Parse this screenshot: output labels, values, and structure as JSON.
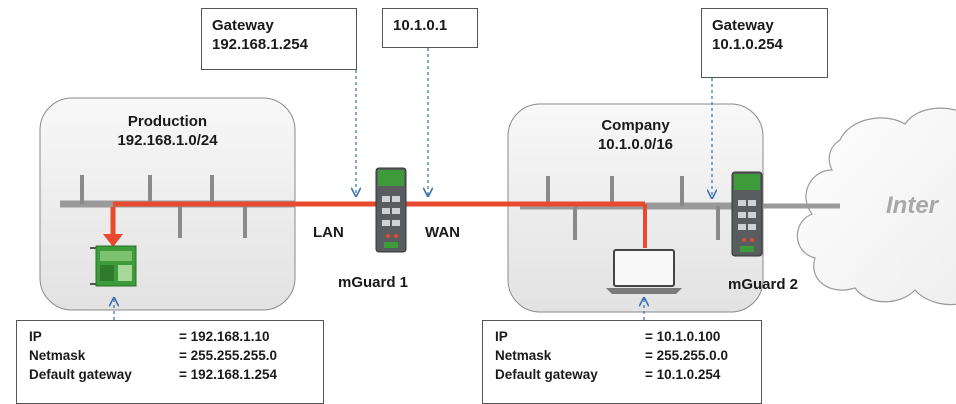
{
  "callouts": {
    "lan_gateway": {
      "line1": "Gateway",
      "line2": "192.168.1.254"
    },
    "wan_ip": {
      "line1": "10.1.0.1"
    },
    "company_gateway": {
      "line1": "Gateway",
      "line2": "10.1.0.254"
    }
  },
  "zones": {
    "production": {
      "name": "Production",
      "subnet": "192.168.1.0/24"
    },
    "company": {
      "name": "Company",
      "subnet": "10.1.0.0/16"
    }
  },
  "ports": {
    "lan": "LAN",
    "wan": "WAN"
  },
  "devices": {
    "mguard1": "mGuard 1",
    "mguard2": "mGuard 2"
  },
  "internet": {
    "label": "Inter"
  },
  "production_info": {
    "rows": [
      {
        "key": "IP",
        "value": "= 192.168.1.10"
      },
      {
        "key": "Netmask",
        "value": "= 255.255.255.0"
      },
      {
        "key": "Default gateway",
        "value": "= 192.168.1.254"
      }
    ]
  },
  "company_info": {
    "rows": [
      {
        "key": "IP",
        "value": "= 10.1.0.100"
      },
      {
        "key": "Netmask",
        "value": "= 255.255.0.0"
      },
      {
        "key": "Default gateway",
        "value": "= 10.1.0.254"
      }
    ]
  },
  "colors": {
    "route": "#e8492f",
    "bus": "#9a9a9a",
    "zone_bg": "#ececec",
    "device_green": "#3e9b3a"
  }
}
